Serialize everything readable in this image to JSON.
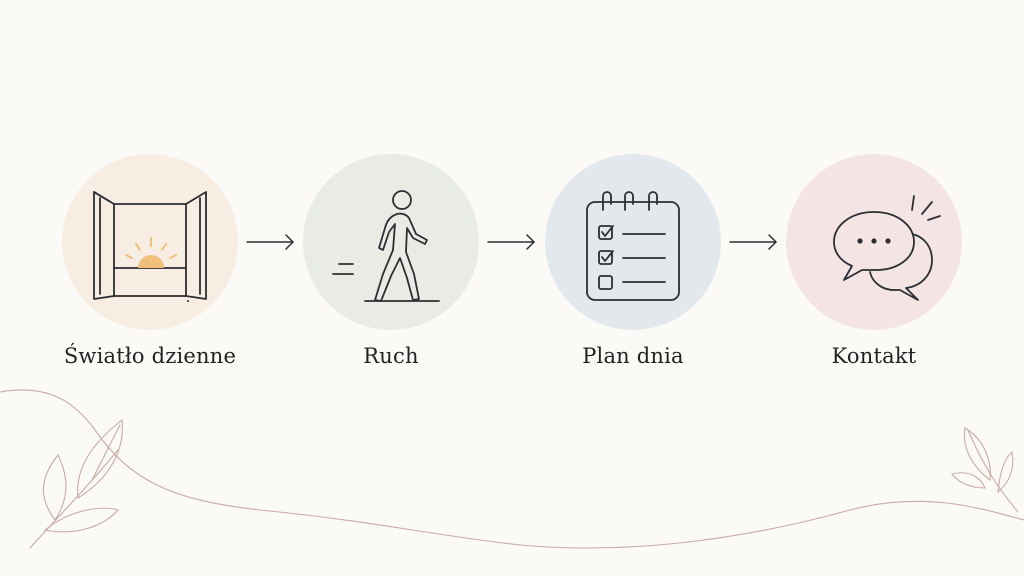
{
  "steps": [
    {
      "label": "Światło dzienne",
      "icon": "window-sunrise-icon",
      "color": "#f8ede2"
    },
    {
      "label": "Ruch",
      "icon": "walking-person-icon",
      "color": "#e8ece4"
    },
    {
      "label": "Plan dnia",
      "icon": "checklist-calendar-icon",
      "color": "#e3e8ec"
    },
    {
      "label": "Kontakt",
      "icon": "chat-bubbles-icon",
      "color": "#f4e5e4"
    }
  ],
  "colors": {
    "background": "#fbfaf7",
    "line": "#2c2e33",
    "sun": "#f0bf7a",
    "decoration": "#c8a9a4"
  }
}
